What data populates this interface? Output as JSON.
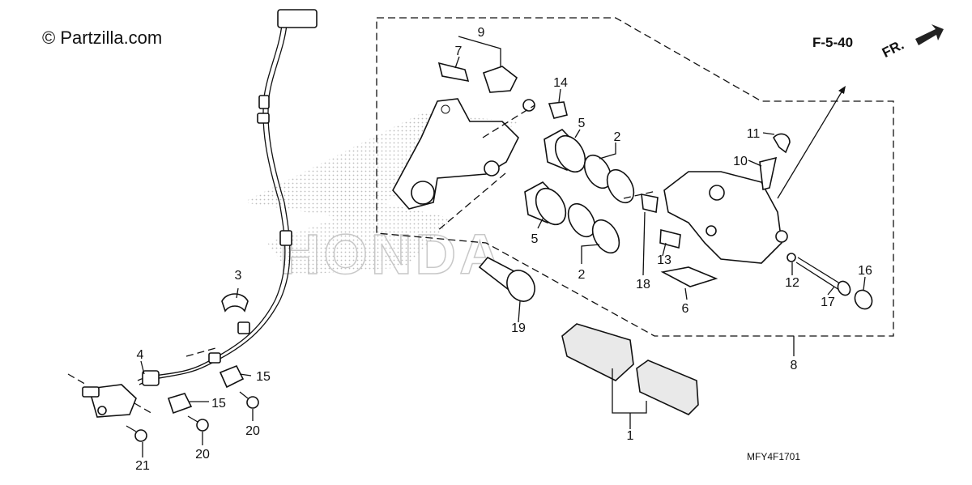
{
  "copyright": "© Partzilla.com",
  "reference": "F-5-40",
  "diagram_code": "MFY4F1701",
  "direction_label": "FR.",
  "watermark": "HONDA",
  "callouts": {
    "c1": "1",
    "c2a": "2",
    "c2b": "2",
    "c3": "3",
    "c4": "4",
    "c5a": "5",
    "c5b": "5",
    "c6": "6",
    "c7": "7",
    "c8": "8",
    "c9": "9",
    "c10": "10",
    "c11": "11",
    "c12": "12",
    "c13": "13",
    "c14": "14",
    "c15a": "15",
    "c15b": "15",
    "c16": "16",
    "c17": "17",
    "c18": "18",
    "c19": "19",
    "c20a": "20",
    "c20b": "20",
    "c21": "21"
  },
  "colors": {
    "line": "#111111",
    "watermark": "#c8c8c8",
    "background": "#ffffff"
  }
}
